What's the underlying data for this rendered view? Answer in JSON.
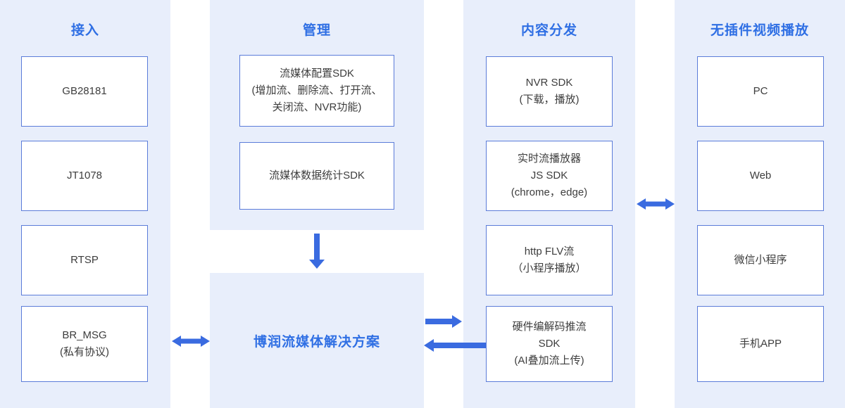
{
  "theme": {
    "page_bg": "#ffffff",
    "panel_bg": "#e8eefb",
    "accent": "#2f6fe4",
    "box_border": "#5b7cd9",
    "box_text": "#3d3d3d",
    "arrow": "#3a6be0"
  },
  "columns": {
    "access": {
      "title": "接入",
      "boxes": [
        {
          "lines": [
            "GB28181"
          ]
        },
        {
          "lines": [
            "JT1078"
          ]
        },
        {
          "lines": [
            "RTSP"
          ]
        },
        {
          "lines": [
            "BR_MSG",
            "(私有协议)"
          ]
        }
      ]
    },
    "management": {
      "title": "管理",
      "boxes": [
        {
          "lines": [
            "流媒体配置SDK",
            "(增加流、删除流、打开流、",
            "关闭流、NVR功能)"
          ]
        },
        {
          "lines": [
            "流媒体数据统计SDK"
          ]
        }
      ]
    },
    "distribution": {
      "title": "内容分发",
      "boxes": [
        {
          "lines": [
            "NVR SDK",
            "(下载，播放)"
          ]
        },
        {
          "lines": [
            "实时流播放器",
            "JS SDK",
            "(chrome，edge)"
          ]
        },
        {
          "lines": [
            "http FLV流",
            "（小程序播放）"
          ]
        },
        {
          "lines": [
            "硬件编解码推流",
            "SDK",
            "(AI叠加流上传)"
          ]
        }
      ]
    },
    "playback": {
      "title": "无插件视频播放",
      "boxes": [
        {
          "lines": [
            "PC"
          ]
        },
        {
          "lines": [
            "Web"
          ]
        },
        {
          "lines": [
            "微信小程序"
          ]
        },
        {
          "lines": [
            "手机APP"
          ]
        }
      ]
    }
  },
  "solution": {
    "label": "博润流媒体解决方案"
  }
}
